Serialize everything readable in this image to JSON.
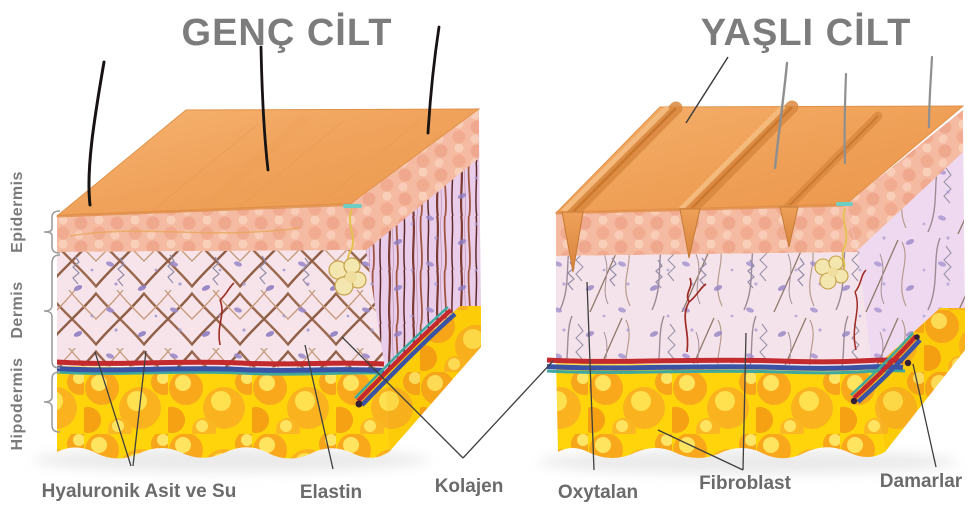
{
  "titles": {
    "young": "GENÇ CİLT",
    "old": "YAŞLI CİLT"
  },
  "layer_labels": [
    {
      "id": "epidermis",
      "label": "Epidermis"
    },
    {
      "id": "dermis",
      "label": "Dermis"
    },
    {
      "id": "hipodermis",
      "label": "Hipodermis"
    }
  ],
  "annotations": {
    "hyaluronic": "Hyaluronik Asit ve Su",
    "elastin": "Elastin",
    "collagen": "Kolajen",
    "oxytalan": "Oxytalan",
    "fibroblast": "Fibroblast",
    "vessels": "Damarlar"
  },
  "colors": {
    "title_gray": "#7c7c7c",
    "label_gray": "#6b6b6b",
    "skin_top_orange": "#F0A057",
    "epidermis_pink": "#F5BBA2",
    "dermis_young_pink": "#F7E4EA",
    "dermis_old_pink": "#F5E3EB",
    "side_face_lavender": "#EBCFEC",
    "hypodermis_yellow": "#FFD40A",
    "fat_lobule_orange": "#F9A81B",
    "vessel_red": "#C22A2E",
    "vessel_blue": "#3A53A4",
    "vessel_teal": "#3EA89E",
    "collagen_fiber_brown": "#9A6950",
    "cell_purple": "#8F7EC2",
    "hair_young_black": "#171312",
    "hair_old_gray": "#8F8F8F",
    "gland_teal": "#6FCEC4",
    "fibroblast_yellow": "#F3E6AE"
  }
}
